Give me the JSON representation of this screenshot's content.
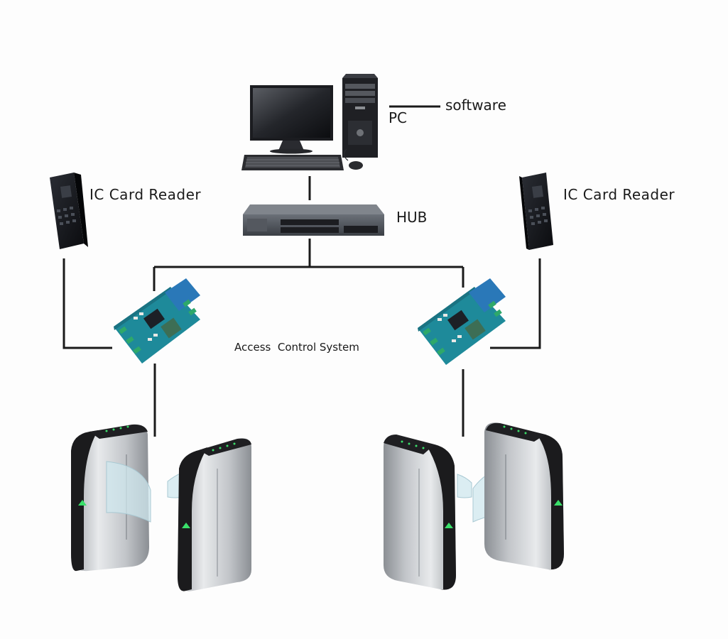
{
  "labels": {
    "pc": "PC",
    "software": "software",
    "hub": "HUB",
    "card_reader_left": "IC Card Reader",
    "card_reader_right": "IC Card Reader",
    "access_control": "Access  Control System"
  },
  "colors": {
    "line": "#1a1a1a",
    "reader": "#15171c",
    "board": "#1e8a9a",
    "gate_body": "#c9ccd0",
    "gate_dark": "#1b1b1d",
    "flap": "#cfe7ee",
    "led": "#3adf6a"
  }
}
